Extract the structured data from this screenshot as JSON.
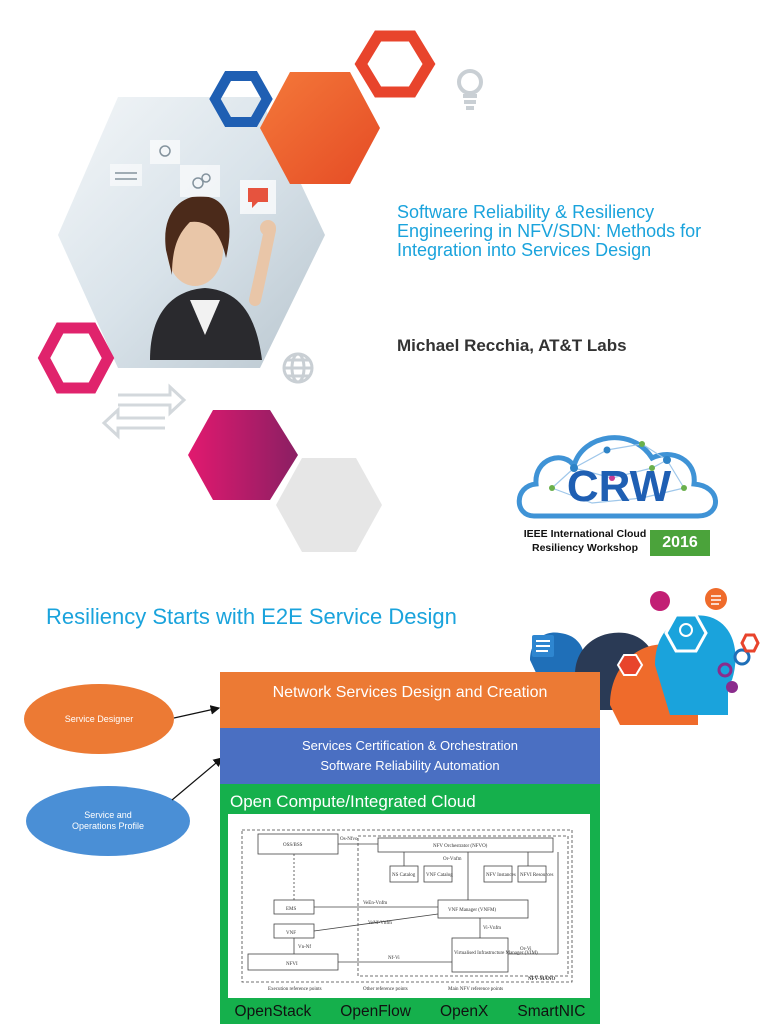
{
  "slide1": {
    "title": "Software Reliability & Resiliency Engineering in NFV/SDN: Methods for Integration into Services Design",
    "author": "Michael Recchia, AT&T Labs",
    "logo": {
      "letters": "CRW",
      "caption_line1": "IEEE International Cloud",
      "caption_line2": "Resiliency Workshop",
      "year": "2016"
    },
    "colors": {
      "title": "#1aa3dc",
      "orange": "#ef6b2b",
      "magenta": "#d3136e",
      "blue": "#1f5fb3"
    }
  },
  "slide2": {
    "title": "Resiliency Starts with E2E Service Design",
    "oval_designer": "Service Designer",
    "oval_profile_line1": "Service and",
    "oval_profile_line2": "Operations Profile",
    "band_top": "Network Services Design and Creation",
    "band_middle_line1": "Services Certification & Orchestration",
    "band_middle_line2": "Software Reliability Automation",
    "band_cloud": "Open Compute/Integrated Cloud",
    "technologies": [
      "OpenStack",
      "OpenFlow",
      "OpenX",
      "SmartNIC"
    ],
    "nfv_diagram": {
      "oss": "OSS/BSS",
      "orchestrator": "NFV Orchestrator (NFVO)",
      "os_nfvo": "Os-Nfvo",
      "or_vnfm": "Or-Vnfm",
      "catalogs": [
        "NS Catalog",
        "VNF Catalog",
        "NFV Instances",
        "NFVI Resources"
      ],
      "ems": "EMS",
      "vnf": "VNF",
      "nfvi": "NFVI",
      "vnfm": "VNF Manager (VNFM)",
      "vim": "Virtualised Infrastructure Manager (VIM)",
      "ve_vnfm_em": "VeEn-Vnfm",
      "ve_vnfm_vnf": "VeNf-Vnfm",
      "vi_vnfm": "Vi-Vnfm",
      "or_vi": "Or-Vi",
      "nf_vi": "Nf-Vi",
      "vn_nf": "Vn-Nf",
      "mano": "NFV-MANO",
      "legend": [
        "Execution reference points",
        "Other reference points",
        "Main NFV reference points"
      ]
    }
  }
}
